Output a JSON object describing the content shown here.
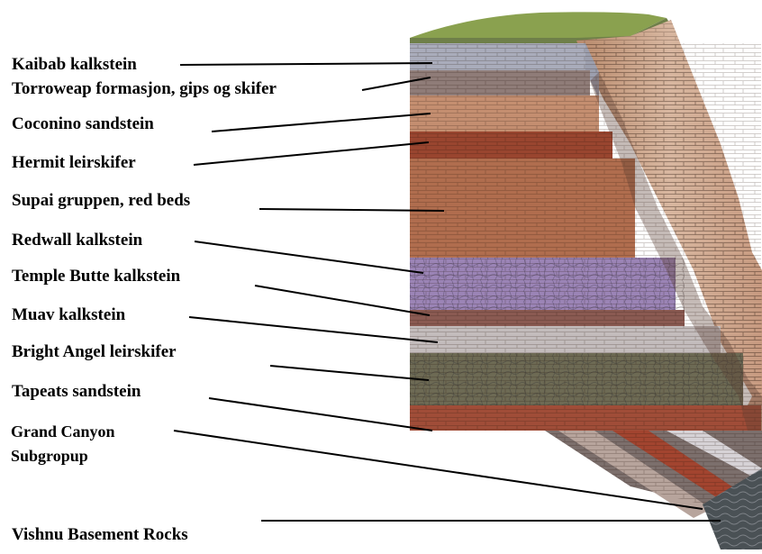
{
  "labels": [
    "Kaibab kalkstein",
    "Torroweap formasjon, gips og skifer",
    "Coconino sandstein",
    "Hermit leirskifer",
    "Supai gruppen, red beds",
    "Redwall kalkstein",
    "Temple Butte kalkstein",
    "Muav kalkstein",
    "Bright Angel leirskifer",
    "Tapeats sandstein",
    "Grand Canyon",
    "Subgropup",
    "Vishnu Basement Rocks"
  ]
}
